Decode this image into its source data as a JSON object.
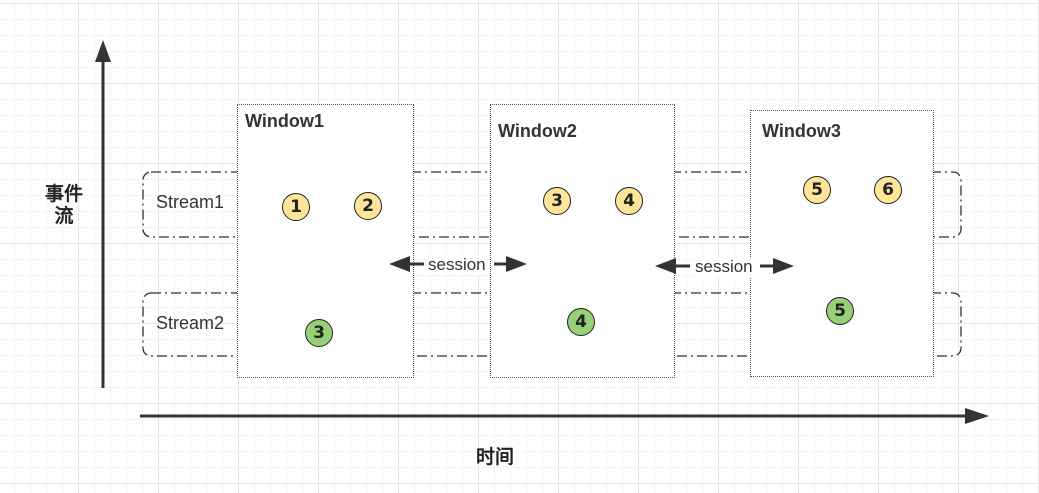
{
  "axes": {
    "y_label": "事件流",
    "x_label": "时间"
  },
  "streams": [
    {
      "label": "Stream1"
    },
    {
      "label": "Stream2"
    }
  ],
  "windows": [
    {
      "title": "Window1",
      "stream1_events": [
        "1",
        "2"
      ],
      "stream2_events": [
        "3"
      ]
    },
    {
      "title": "Window2",
      "stream1_events": [
        "3",
        "4"
      ],
      "stream2_events": [
        "4"
      ]
    },
    {
      "title": "Window3",
      "stream1_events": [
        "5",
        "6"
      ],
      "stream2_events": [
        "5"
      ]
    }
  ],
  "gaps": [
    {
      "label": "session"
    },
    {
      "label": "session"
    }
  ],
  "colors": {
    "stream1_event": "#ffe599",
    "stream2_event": "#97d077",
    "line": "#333333",
    "box_dash": "#333333"
  }
}
